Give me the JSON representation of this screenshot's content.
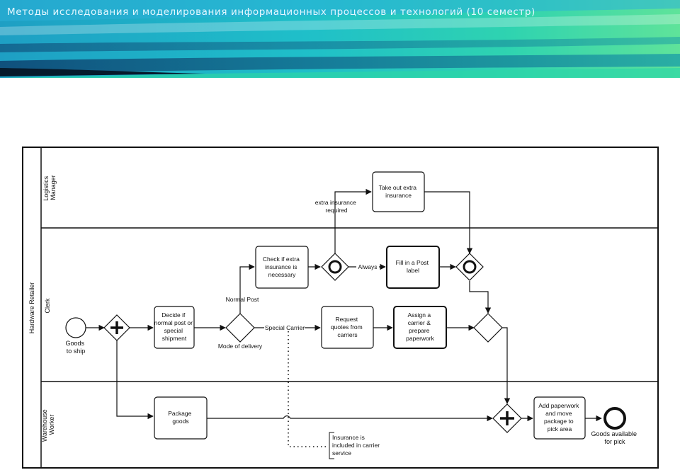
{
  "header": {
    "title": "Методы исследования и моделирования информационных процессов и технологий (10 семестр)"
  },
  "diagram": {
    "pool": "Hardware Retailer",
    "lanes": {
      "logistics": [
        "Logistics",
        "Manager"
      ],
      "clerk": [
        "Clerk"
      ],
      "warehouse": [
        "Warehouse",
        "Worker"
      ]
    },
    "events": {
      "start": [
        "Goods",
        "to ship"
      ],
      "end": [
        "Goods available",
        "for pick"
      ]
    },
    "tasks": {
      "decide": [
        "Decide if",
        "normal post or",
        "special",
        "shipment"
      ],
      "check_insurance": [
        "Check if extra",
        "insurance is",
        "necessary"
      ],
      "take_out_insurance": [
        "Take out extra",
        "insurance"
      ],
      "fill_label": [
        "Fill in a Post",
        "label"
      ],
      "request_quotes": [
        "Request",
        "quotes from",
        "carriers"
      ],
      "assign_carrier": [
        "Assign a",
        "carrier &",
        "prepare",
        "paperwork"
      ],
      "package_goods": [
        "Package",
        "goods"
      ],
      "add_paperwork": [
        "Add paperwork",
        "and move",
        "package to",
        "pick area"
      ]
    },
    "gateways": {
      "mode_label": "Mode of delivery"
    },
    "flow_labels": {
      "normal_post": "Normal Post",
      "special_carrier": "Special Carrier",
      "always": "Always",
      "extra_insurance": [
        "extra insurance",
        "required"
      ]
    },
    "annotation": [
      "Insurance is",
      "included in carrier",
      "service"
    ]
  }
}
